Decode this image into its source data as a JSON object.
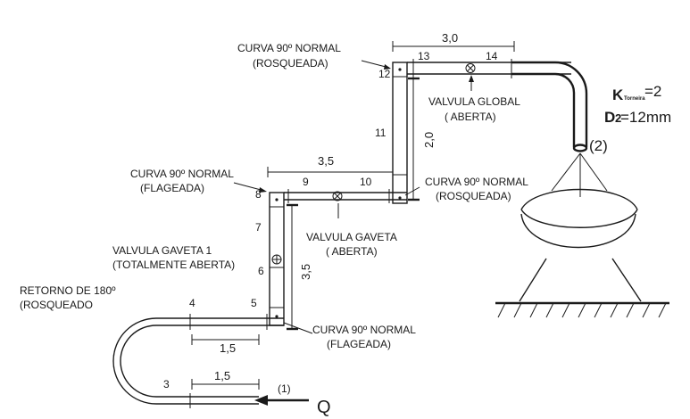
{
  "labels": {
    "curve_12": [
      "CURVA 90º NORMAL",
      "(ROSQUEADA)"
    ],
    "curve_8": [
      "CURVA 90º NORMAL",
      "(FLAGEADA)"
    ],
    "curve_10": [
      "CURVA 90º NORMAL",
      "(ROSQUEADA)"
    ],
    "curve_5": [
      "CURVA 90º NORMAL",
      "(FLAGEADA)"
    ],
    "valve_global": [
      "VALVULA GLOBAL",
      "( ABERTA)"
    ],
    "valve_gate": [
      "VALVULA GAVETA",
      "( ABERTA)"
    ],
    "valve_gate_1": [
      "VALVULA GAVETA 1",
      "(TOTALMENTE ABERTA)"
    ],
    "return_180": [
      "RETORNO DE 180º",
      "(ROSQUEADO"
    ]
  },
  "nodes": [
    "3",
    "4",
    "5",
    "6",
    "7",
    "8",
    "9",
    "10",
    "11",
    "12",
    "13",
    "14"
  ],
  "dimensions": {
    "top_3_0": "3,0",
    "mid_3_5": "3,5",
    "vert_2_0": "2,0",
    "vert_3_5": "3,5",
    "bottom_1_5_a": "1,5",
    "bottom_1_5_b": "1,5"
  },
  "outlet": {
    "k_letter": "K",
    "k_sub": "Torneira",
    "k_value": "=2",
    "d_letter": "D",
    "d_sub": "2",
    "d_value": " =12mm",
    "point": "(2)"
  },
  "inlet": {
    "point": "(1)",
    "flow": "Q"
  }
}
